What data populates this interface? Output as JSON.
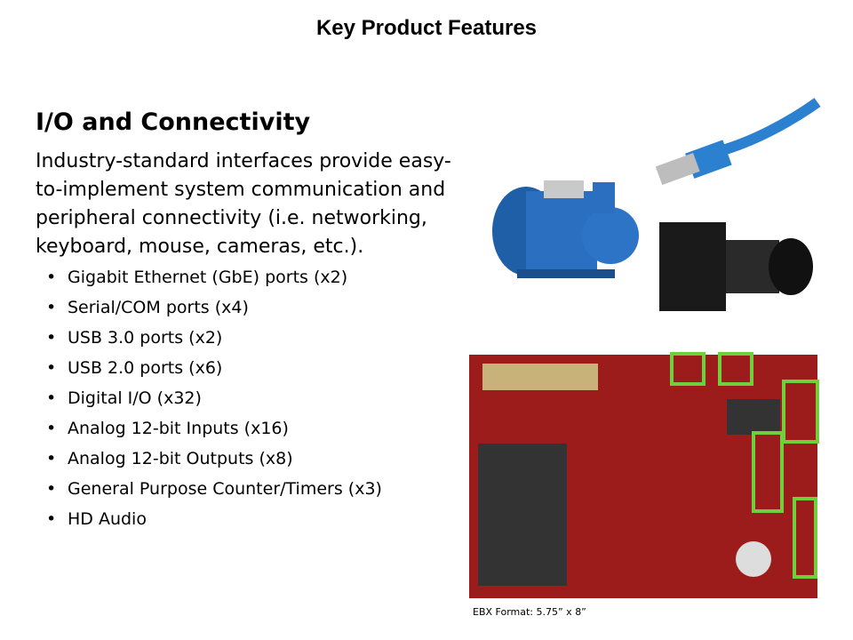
{
  "slide": {
    "title": "Key Product Features",
    "heading": "I/O and Connectivity",
    "paragraph": "Industry-standard interfaces provide easy-to-implement system communication and peripheral connectivity (i.e. networking, keyboard, mouse, cameras, etc.).",
    "bullets": [
      "Gigabit Ethernet (GbE) ports (x2)",
      "Serial/COM ports (x4)",
      "USB 3.0 ports (x2)",
      "USB 2.0 ports (x6)",
      "Digital I/O (x32)",
      "Analog 12-bit Inputs (x16)",
      "Analog 12-bit Outputs (x8)",
      "General Purpose Counter/Timers (x3)",
      "HD Audio"
    ],
    "caption": "EBX Format: 5.75” x 8”",
    "highlight_color": "#6fcf3c"
  }
}
